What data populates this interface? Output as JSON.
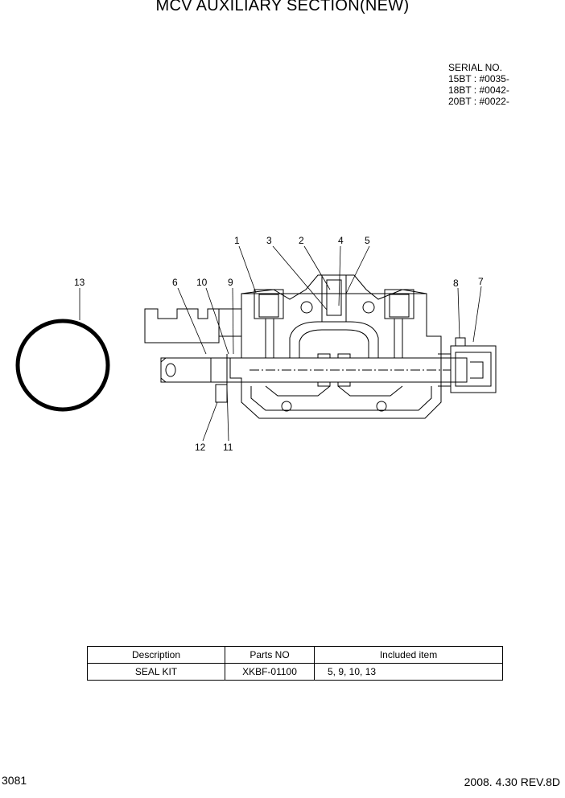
{
  "title": "MCV AUXILIARY SECTION(NEW)",
  "serial": {
    "heading": "SERIAL NO.",
    "lines": [
      "15BT : #0035-",
      "18BT : #0042-",
      "20BT : #0022-"
    ]
  },
  "callouts": {
    "c1": "1",
    "c2": "2",
    "c3": "3",
    "c4": "4",
    "c5": "5",
    "c6": "6",
    "c7": "7",
    "c8": "8",
    "c9": "9",
    "c10": "10",
    "c11": "11",
    "c12": "12",
    "c13": "13"
  },
  "kit_table": {
    "headers": [
      "Description",
      "Parts NO",
      "Included item"
    ],
    "row": {
      "description": "SEAL KIT",
      "parts_no": "XKBF-01100",
      "included": "5, 9, 10, 13"
    }
  },
  "footer": {
    "page": "3081",
    "revision": "2008. 4.30  REV.8D"
  }
}
